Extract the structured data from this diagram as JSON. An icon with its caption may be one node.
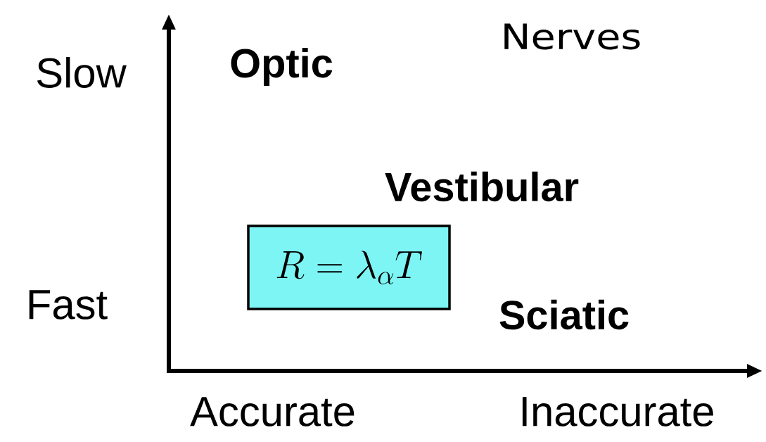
{
  "diagram": {
    "title": "Nerves",
    "nodes": [
      {
        "text": [
          "R = \\lambda_\\alpha T"
        ]
      }
    ],
    "labels": [
      "Slow",
      "Optic",
      "Vestibular",
      "Fast",
      "Sciatic",
      "Accurate",
      "Inaccurate"
    ]
  }
}
